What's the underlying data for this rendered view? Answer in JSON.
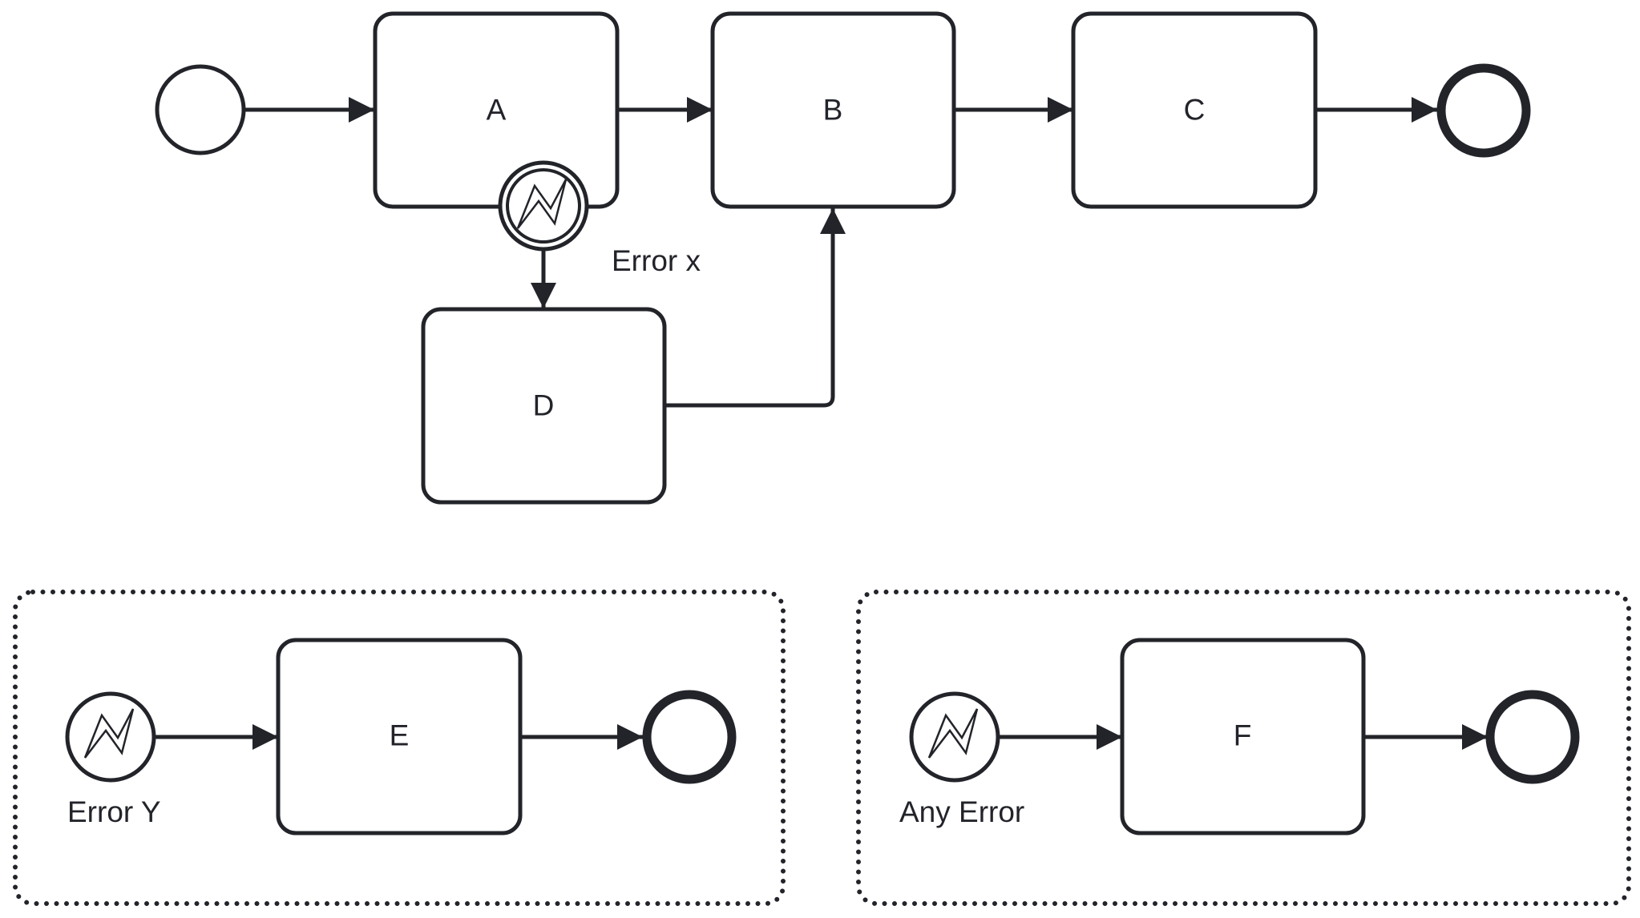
{
  "diagram": {
    "main_flow": {
      "tasks": {
        "a": "A",
        "b": "B",
        "c": "C",
        "d": "D"
      },
      "boundary_error_label": "Error x"
    },
    "subprocess_error_y": {
      "start_error_label": "Error Y",
      "task": "E"
    },
    "subprocess_any_error": {
      "start_error_label": "Any Error",
      "task": "F"
    },
    "icons": {
      "error": "lightning-bolt-error-icon",
      "start": "empty-circle-start-event-icon",
      "end": "thick-circle-end-event-icon"
    },
    "colors": {
      "stroke": "#22242a",
      "fill": "#ffffff"
    }
  }
}
